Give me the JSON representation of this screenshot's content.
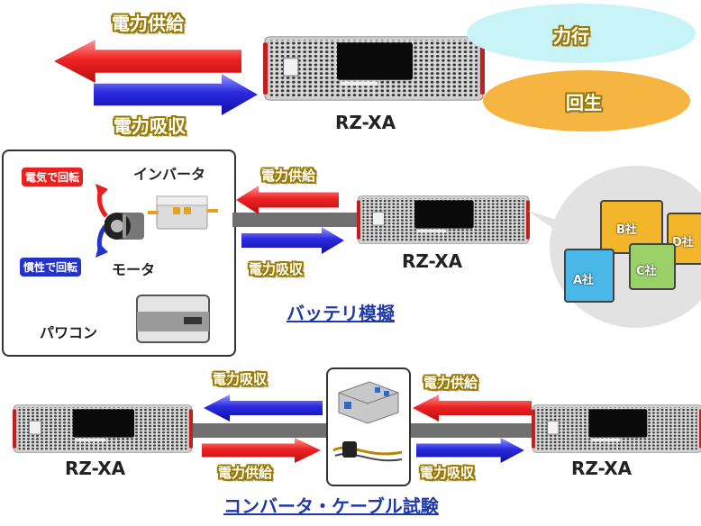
{
  "top": {
    "supply_label": "電力供給",
    "absorb_label": "電力吸収",
    "unit_label": "RZ-XA",
    "power_running": "力行",
    "regen": "回生"
  },
  "battery": {
    "supply_label": "電力供給",
    "absorb_label": "電力吸収",
    "unit_label": "RZ-XA",
    "inverter": "インバータ",
    "motor": "モータ",
    "electric_rotation": "電気で回転",
    "inertia_rotation": "慣性で回転",
    "power_conditioner": "パワコン",
    "link": "バッテリ模擬",
    "battery_brands": [
      "A社",
      "B社",
      "C社",
      "D社"
    ]
  },
  "converter": {
    "left_absorb": "電力吸収",
    "left_supply": "電力供給",
    "right_supply": "電力供給",
    "right_absorb": "電力吸収",
    "unit_left": "RZ-XA",
    "unit_right": "RZ-XA",
    "link": "コンバータ・ケーブル試験"
  },
  "colors": {
    "supply_arrow": "#e8202a",
    "absorb_arrow": "#2a2ae0",
    "cyan_ellipse": "#c8f4f8",
    "orange_ellipse": "#f5b540"
  }
}
